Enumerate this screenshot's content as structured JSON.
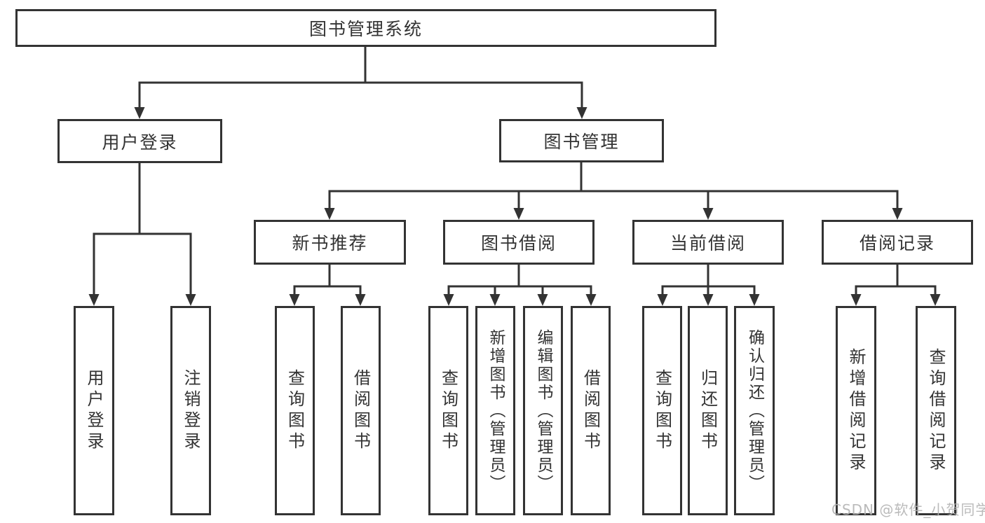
{
  "colors": {
    "background": "#ffffff",
    "line": "#333333",
    "box_border": "#333333",
    "box_fill": "#ffffff",
    "text": "#333333",
    "watermark": "#b3b3b3"
  },
  "watermark": {
    "text": "CSDN @软件_小贺同学"
  },
  "tree": {
    "label": "图书管理系统",
    "children": [
      {
        "label": "用户登录",
        "children": [
          {
            "label": "用户登录"
          },
          {
            "label": "注销登录"
          }
        ]
      },
      {
        "label": "图书管理",
        "children": [
          {
            "label": "新书推荐",
            "children": [
              {
                "label": "查询图书"
              },
              {
                "label": "借阅图书"
              }
            ]
          },
          {
            "label": "图书借阅",
            "children": [
              {
                "label": "查询图书"
              },
              {
                "label": "新增图书（管理员）"
              },
              {
                "label": "编辑图书（管理员）"
              },
              {
                "label": "借阅图书"
              }
            ]
          },
          {
            "label": "当前借阅",
            "children": [
              {
                "label": "查询图书"
              },
              {
                "label": "归还图书"
              },
              {
                "label": "确认归还（管理员）"
              }
            ]
          },
          {
            "label": "借阅记录",
            "children": [
              {
                "label": "新增借阅记录"
              },
              {
                "label": "查询借阅记录"
              }
            ]
          }
        ]
      }
    ]
  }
}
